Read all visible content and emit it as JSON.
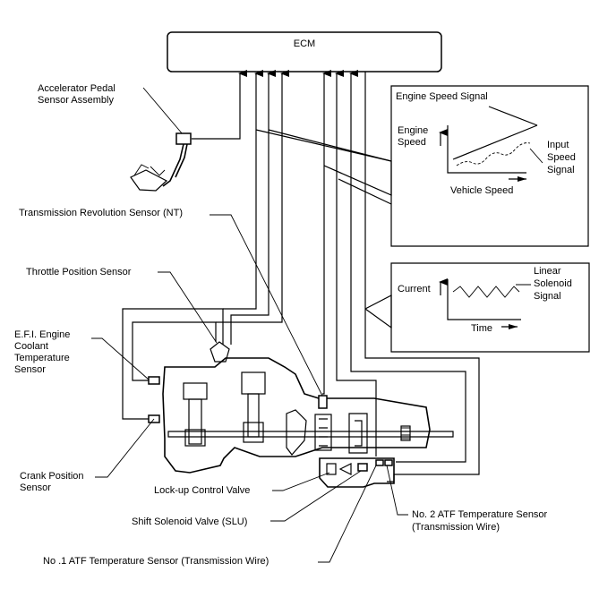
{
  "ecm": {
    "label": "ECM"
  },
  "inset_engine": {
    "title": "Engine Speed Signal",
    "y_label_1": "Engine",
    "y_label_2": "Speed",
    "x_label": "Vehicle Speed",
    "series_label_1": "Input",
    "series_label_2": "Speed",
    "series_label_3": "Signal"
  },
  "inset_solenoid": {
    "title_1": "Linear",
    "title_2": "Solenoid",
    "title_3": "Signal",
    "y_label": "Current",
    "x_label": "Time"
  },
  "labels": {
    "accel_1": "Accelerator Pedal",
    "accel_2": "Sensor Assembly",
    "nt_sensor": "Transmission Revolution Sensor (NT)",
    "throttle": "Throttle Position Sensor",
    "efi_1": "E.F.I. Engine",
    "efi_2": "Coolant",
    "efi_3": "Temperature",
    "efi_4": "Sensor",
    "crank_1": "Crank Position",
    "crank_2": "Sensor",
    "lockup": "Lock-up Control Valve",
    "slu": "Shift Solenoid Valve (SLU)",
    "atf2_1": "No. 2 ATF Temperature Sensor",
    "atf2_2": "(Transmission Wire)",
    "atf1": "No .1 ATF Temperature Sensor (Transmission Wire)"
  }
}
